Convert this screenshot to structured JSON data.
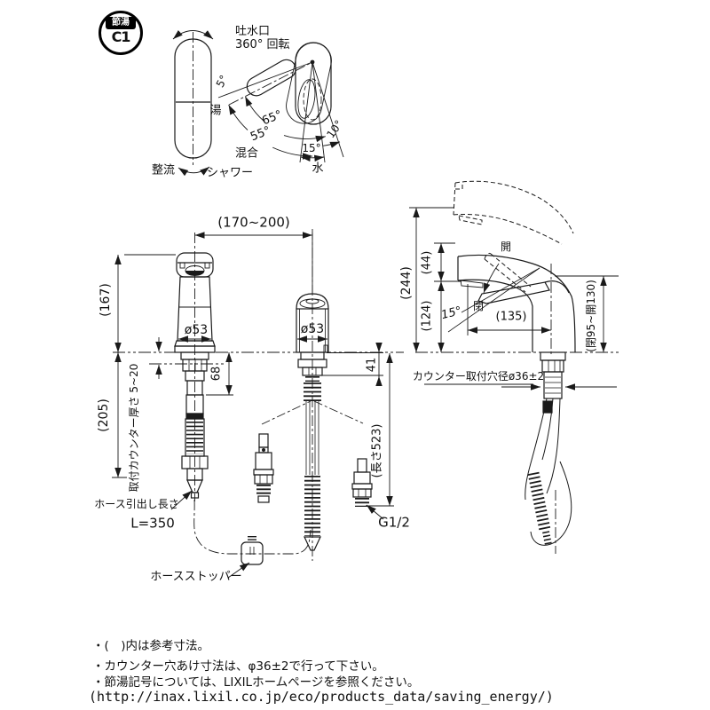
{
  "badge": {
    "top": "節湯",
    "bottom": "C1"
  },
  "top_diagram": {
    "spout_line1": "吐水口",
    "spout_line2": "360° 回転",
    "angle_5": "5°",
    "hot": "湯",
    "angle_65": "65°",
    "angle_55": "55°",
    "mix": "混合",
    "angle_15": "15°",
    "angle_10": "10°",
    "cold": "水",
    "stream": "整流",
    "shower": "シャワー"
  },
  "front_view": {
    "dim_width": "(170~200)",
    "dim_height": "(167)",
    "dia_left": "ø53",
    "dim_68": "68",
    "dim_under": "(205)",
    "counter_thickness": "取付カウンター厚さ 5~20",
    "hose_pullout_label": "ホース引出し長さ",
    "hose_pullout_value": "L=350",
    "dia_mid": "ø53",
    "dim_41": "41",
    "hose_length": "(長さ523)",
    "thread": "G1/2",
    "hose_stopper": "ホースストッパー"
  },
  "side_view": {
    "dim_total": "(244)",
    "dim_44": "(44)",
    "dim_124": "(124)",
    "angle_15": "15°",
    "dim_135": "(135)",
    "open": "開",
    "close": "閉",
    "dim_handle": "(閉95~開130)",
    "counter_hole": "カウンター取付穴径ø36±2"
  },
  "notes": [
    "・(　)内は参考寸法。",
    "・カウンター穴あけ寸法は、φ36±2で行って下さい。",
    "・節湯記号については、LIXILホームページを参照ください。",
    "(http://inax.lixil.co.jp/eco/products_data/saving_energy/)"
  ]
}
